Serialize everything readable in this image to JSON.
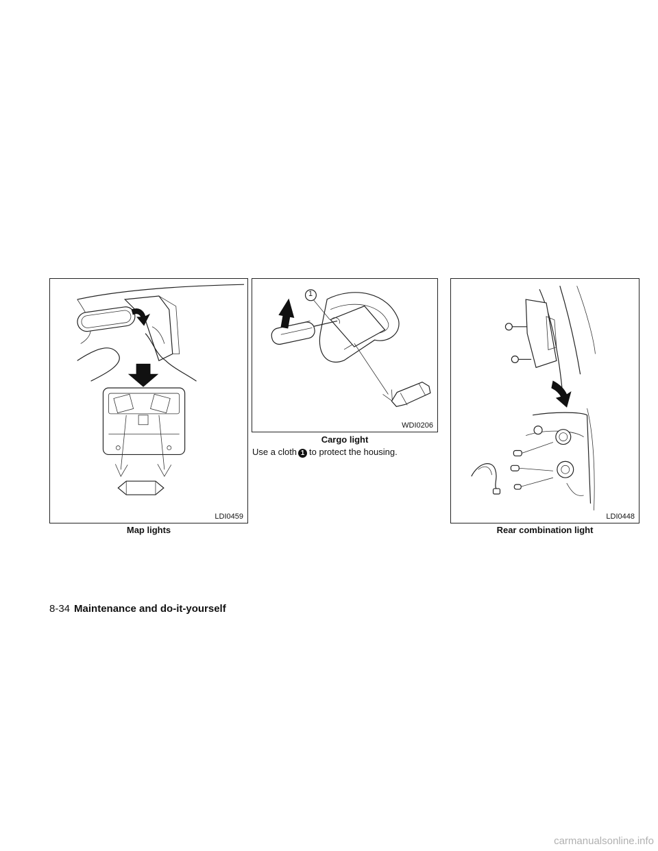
{
  "figures": [
    {
      "code": "LDI0459",
      "caption": "Map lights"
    },
    {
      "code": "WDI0206",
      "caption": "Cargo light",
      "callout": "1"
    },
    {
      "code": "LDI0448",
      "caption": "Rear combination light"
    }
  ],
  "cargo_text": {
    "before": "Use a cloth",
    "marker": "1",
    "after": "to protect the housing."
  },
  "footer": {
    "page_number": "8-34",
    "section": "Maintenance and do-it-yourself"
  },
  "watermark": "carmanualsonline.info"
}
